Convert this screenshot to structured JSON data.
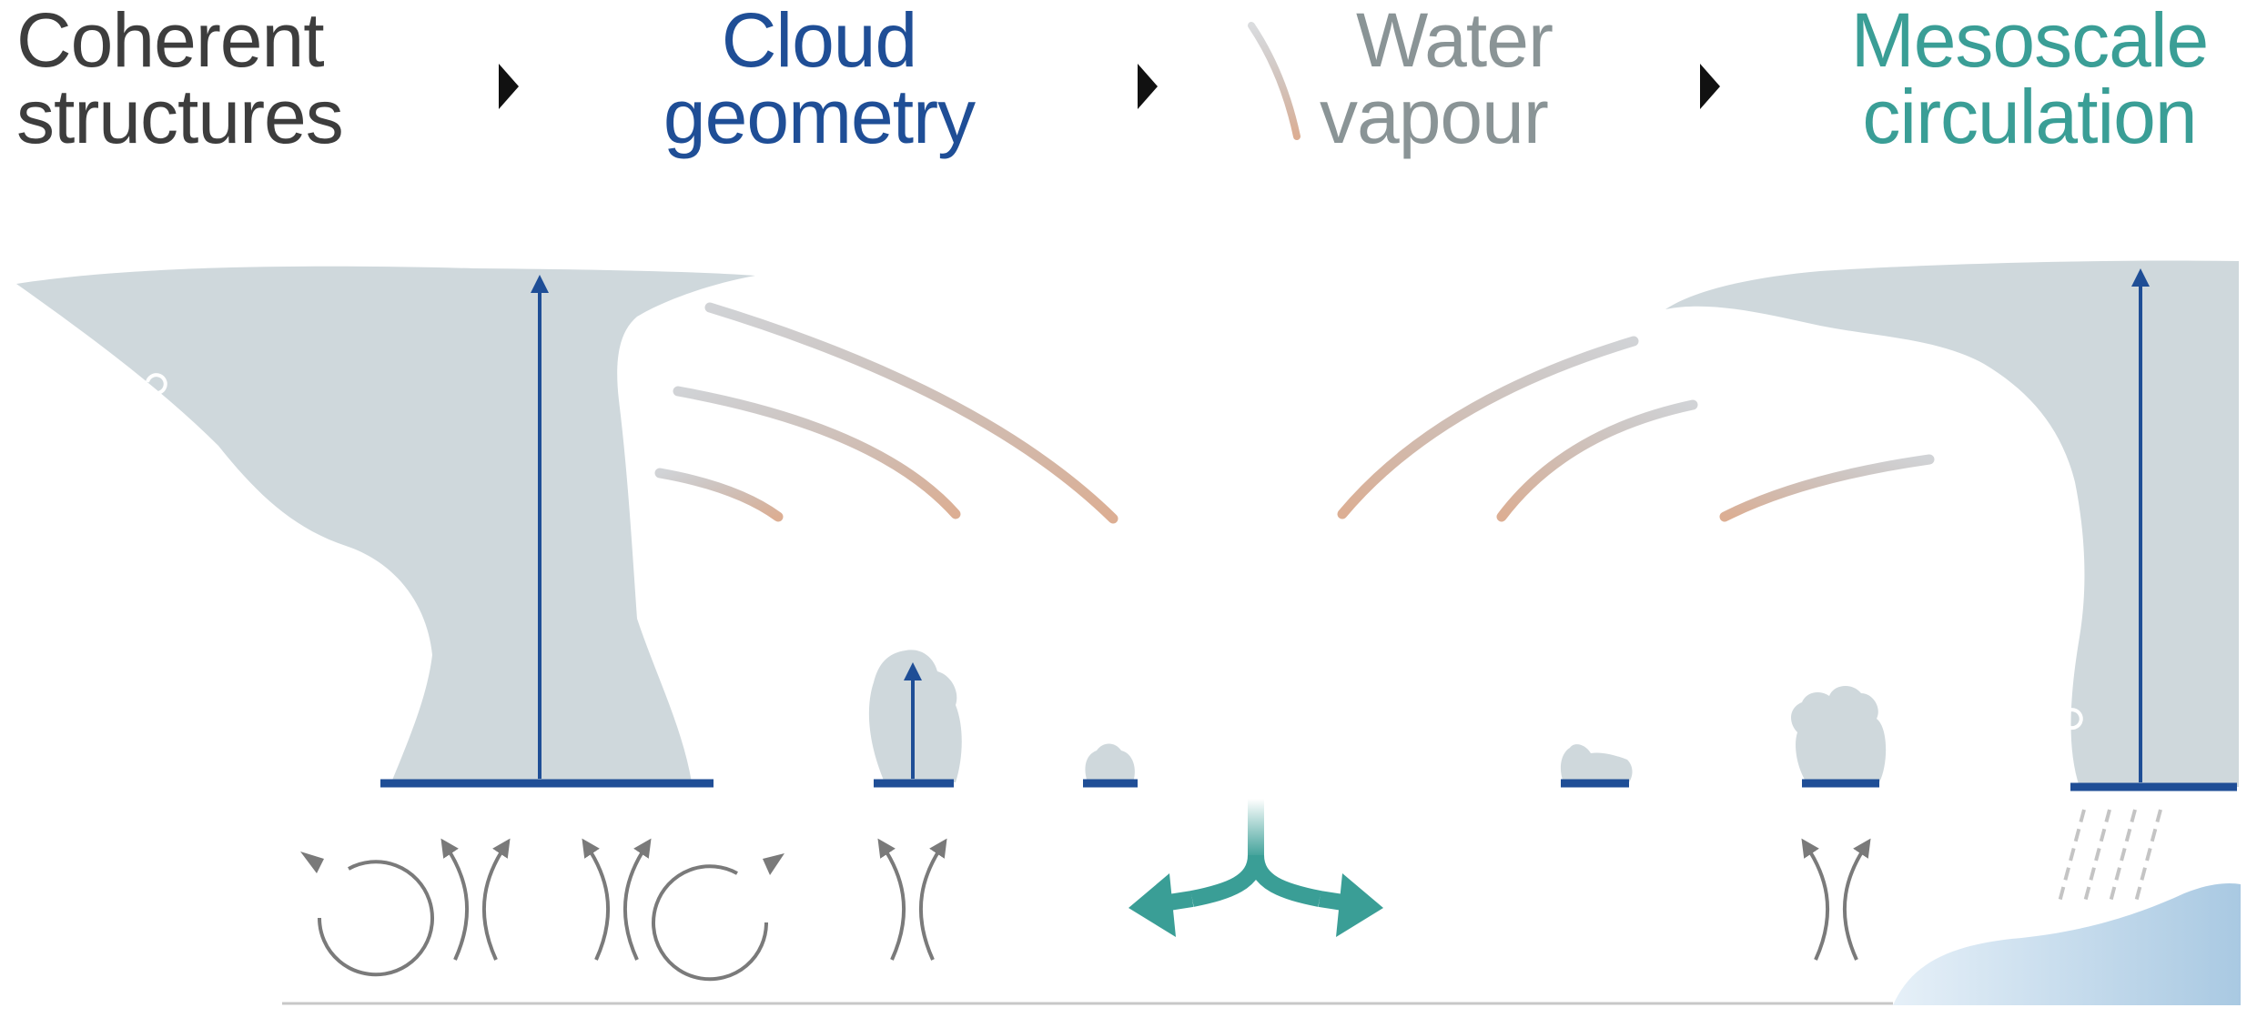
{
  "header": {
    "steps": [
      {
        "line1": "Coherent",
        "line2": "structures",
        "color": "#3d3d3d"
      },
      {
        "line1": "Cloud",
        "line2": "geometry",
        "color": "#1f4e96"
      },
      {
        "line1": "Water",
        "line2": "vapour",
        "color": "#8a9496"
      },
      {
        "line1": "Mesoscale",
        "line2": "circulation",
        "color": "#3a9e96"
      }
    ],
    "separator_icon": "triangle-right-icon"
  },
  "colors": {
    "cloud": "#cfd8dc",
    "cloud_base": "#1f4e96",
    "vapour_start": "#a3a7ad",
    "vapour_end": "#dcae93",
    "eddy": "#7a7a7a",
    "circulation": "#3a9e96",
    "cold_pool": "#a9c9e2",
    "rain": "#c4c4c4",
    "ground": "#c8c8c8"
  }
}
